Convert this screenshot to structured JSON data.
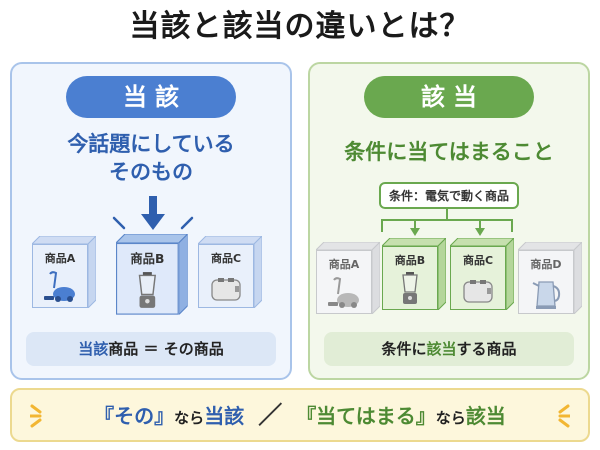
{
  "title": "当該と該当の違いとは？",
  "left": {
    "pill": "当該",
    "subtitle_line1": "今話題にしている",
    "subtitle_line2": "そのもの",
    "items": [
      {
        "label": "商品A",
        "icon": "vacuum-icon"
      },
      {
        "label": "商品B",
        "icon": "blender-icon"
      },
      {
        "label": "商品C",
        "icon": "toaster-icon"
      }
    ],
    "bottom_hl": "当該",
    "bottom_rest": "商品 ＝ その商品"
  },
  "right": {
    "pill": "該当",
    "subtitle": "条件に当てはまること",
    "condition": "条件：電気で動く商品",
    "items": [
      {
        "label": "商品A",
        "icon": "vacuum-icon"
      },
      {
        "label": "商品B",
        "icon": "blender-icon"
      },
      {
        "label": "商品C",
        "icon": "toaster-icon"
      },
      {
        "label": "商品D",
        "icon": "kettle-icon"
      }
    ],
    "bottom_pre": "条件に",
    "bottom_hl": "該当",
    "bottom_post": "する商品"
  },
  "banner": {
    "q1": "『その』",
    "mid1": "なら",
    "hl1": "当該",
    "sep": "／",
    "q2": "『当てはまる』",
    "mid2": "なら",
    "hl2": "該当"
  },
  "colors": {
    "blue": "#4b7fd1",
    "green": "#6aa84f",
    "banner_bg": "#fdf7dc",
    "spark": "#f2b632"
  }
}
